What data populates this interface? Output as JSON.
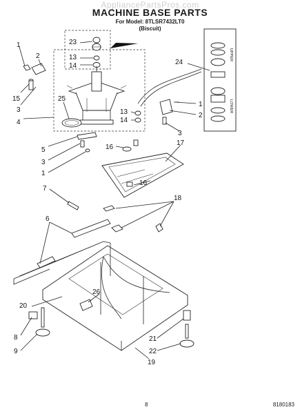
{
  "watermark": "AppliancePartsPros.com",
  "header": {
    "title": "MACHINE BASE PARTS",
    "model_line": "For Model: 8TLSR7432LT0",
    "color": "(Biscuit)"
  },
  "inset": {
    "upper_label": "UPPER",
    "lower_label": "LOWER"
  },
  "callouts": [
    "1",
    "2",
    "15",
    "3",
    "4",
    "23",
    "13",
    "14",
    "25",
    "24",
    "5",
    "3",
    "1",
    "16",
    "13",
    "14",
    "1",
    "2",
    "3",
    "17",
    "16",
    "7",
    "18",
    "6",
    "26",
    "20",
    "8",
    "9",
    "21",
    "22",
    "19"
  ],
  "footer": {
    "page_number": "8",
    "document_number": "8180183"
  }
}
